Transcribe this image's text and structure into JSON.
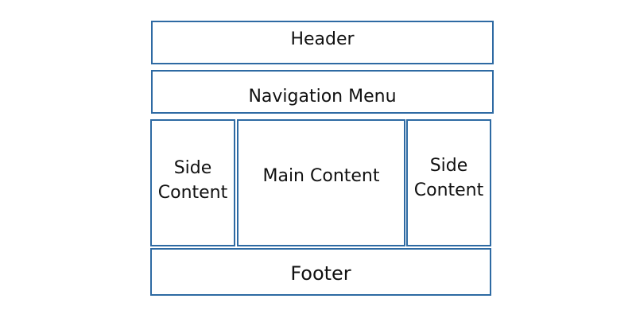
{
  "diagram": {
    "header": {
      "label": "Header"
    },
    "navigation": {
      "label": "Navigation Menu"
    },
    "side_left": {
      "line1": "Side",
      "line2": "Content"
    },
    "main": {
      "label": "Main Content"
    },
    "side_right": {
      "line1": "Side",
      "line2": "Content"
    },
    "footer": {
      "label": "Footer"
    }
  },
  "colors": {
    "border": "#2e6aa3",
    "background": "#ffffff",
    "text": "#111111"
  }
}
